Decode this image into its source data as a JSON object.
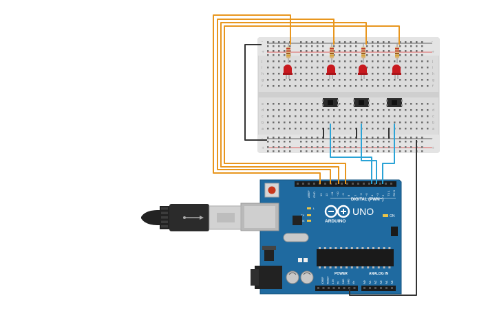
{
  "board": {
    "brand": "ARDUINO",
    "model": "UNO",
    "digital_label": "DIGITAL (PWM~)",
    "analog_label": "ANALOG IN",
    "power_label": "POWER",
    "on_label": "ON",
    "tx_label": "TX",
    "rx_label": "RX",
    "l_label": "L",
    "aref_label": "AREF",
    "gnd_label": "GND",
    "digital_pins": [
      "13",
      "12",
      "~11",
      "~10",
      "~9",
      "8",
      "7",
      "~6",
      "~5",
      "4",
      "~3",
      "2",
      "TX 1",
      "RX 0"
    ],
    "power_pins": [
      "IOREF",
      "RESET",
      "3.3V",
      "5V",
      "GND",
      "GND",
      "Vin"
    ],
    "analog_pins": [
      "A0",
      "A1",
      "A2",
      "A3",
      "A4",
      "A5"
    ]
  },
  "breadboard": {
    "row_letters_top": [
      "j",
      "i",
      "h",
      "g",
      "f"
    ],
    "row_letters_bottom": [
      "e",
      "d",
      "c",
      "b",
      "a"
    ],
    "plus": "+",
    "minus": "-"
  },
  "components": {
    "leds": 4,
    "resistors": 4,
    "pushbuttons": 3
  },
  "colors": {
    "board": "#1f6aa0",
    "wire_orange": "#e8961e",
    "wire_blue": "#2aa3d6",
    "wire_black": "#333333",
    "led_red": "#c8191e"
  }
}
